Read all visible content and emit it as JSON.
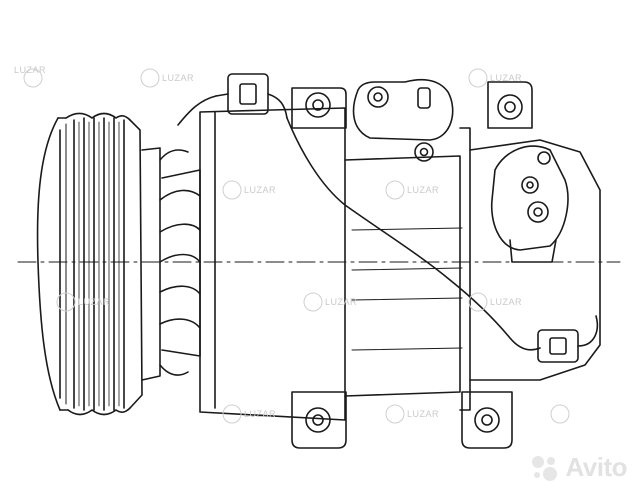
{
  "watermark": {
    "brand": "LUZAR",
    "logo_color": "#cfcfcf",
    "text_color": "#c9c9c9"
  },
  "corner_badge": {
    "text": "Avito",
    "color": "#e2e2e2",
    "icon": "avito-dots-logo"
  },
  "drawing": {
    "subject": "ac-compressor-line-art",
    "stroke": "#1a1a1a",
    "background": "#ffffff"
  }
}
